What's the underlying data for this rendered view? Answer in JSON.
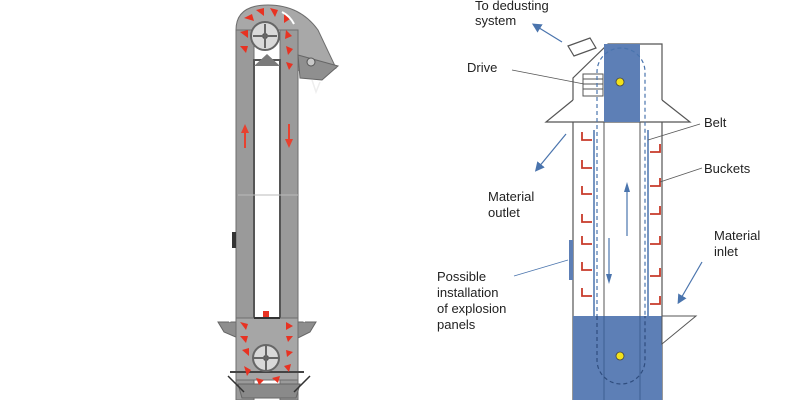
{
  "labels": {
    "dedusting_line1": "To dedusting",
    "dedusting_line2": "system",
    "drive": "Drive",
    "belt": "Belt",
    "buckets": "Buckets",
    "material_outlet_line1": "Material",
    "material_outlet_line2": "outlet",
    "material_inlet_line1": "Material",
    "material_inlet_line2": "inlet",
    "explosion_line1": "Possible",
    "explosion_line2": "installation",
    "explosion_line3": "of explosion",
    "explosion_line4": "panels"
  },
  "colors": {
    "casing_grey": "#8a8a8a",
    "bucket_red": "#e83222",
    "arrow_red": "#e8412f",
    "casing_blue": "#5d7fb6",
    "leader_blue": "#4a74ad",
    "pulley_yellow": "#f2e21a",
    "bucket_outline_red": "#c83a2a"
  },
  "icons": {
    "motion_arrows": "red-arrow-icon",
    "material_flow": "blue-arrow-icon"
  }
}
